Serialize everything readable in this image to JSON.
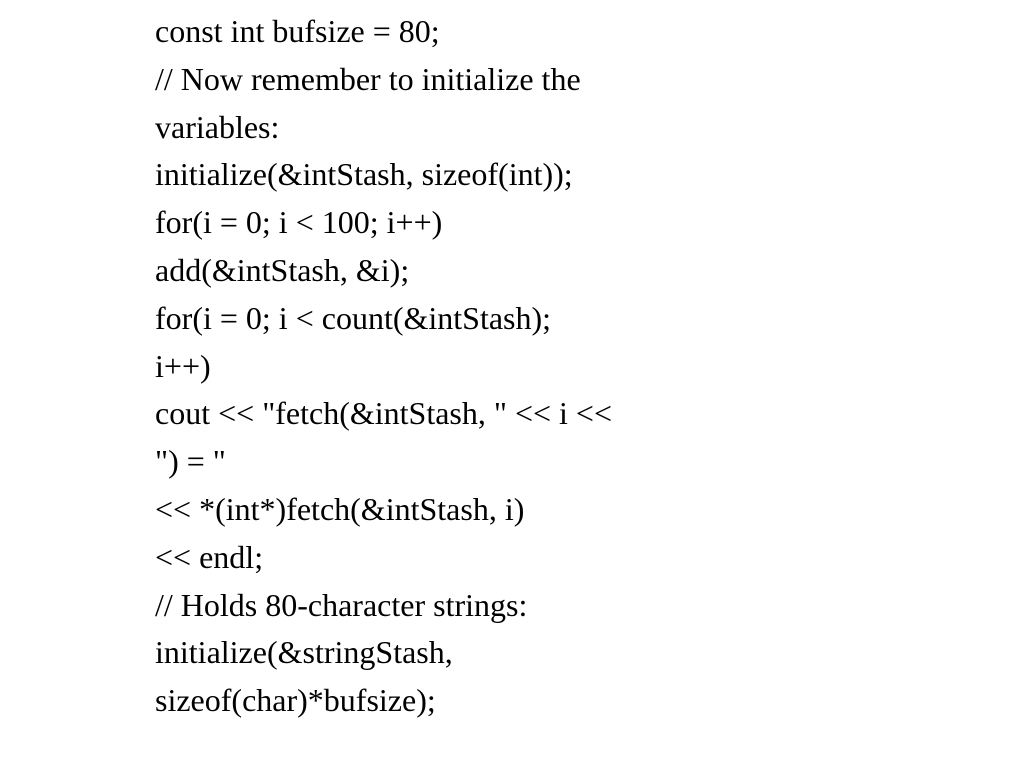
{
  "lines": [
    "const int bufsize = 80;",
    "// Now remember to initialize the",
    "variables:",
    "initialize(&intStash, sizeof(int));",
    "for(i = 0; i < 100; i++)",
    "add(&intStash, &i);",
    "for(i = 0; i < count(&intStash);",
    "i++)",
    "cout << \"fetch(&intStash, \" << i <<",
    "\") = \"",
    "<< *(int*)fetch(&intStash, i)",
    "<< endl;",
    "// Holds 80-character strings:",
    "initialize(&stringStash,",
    "sizeof(char)*bufsize);"
  ]
}
